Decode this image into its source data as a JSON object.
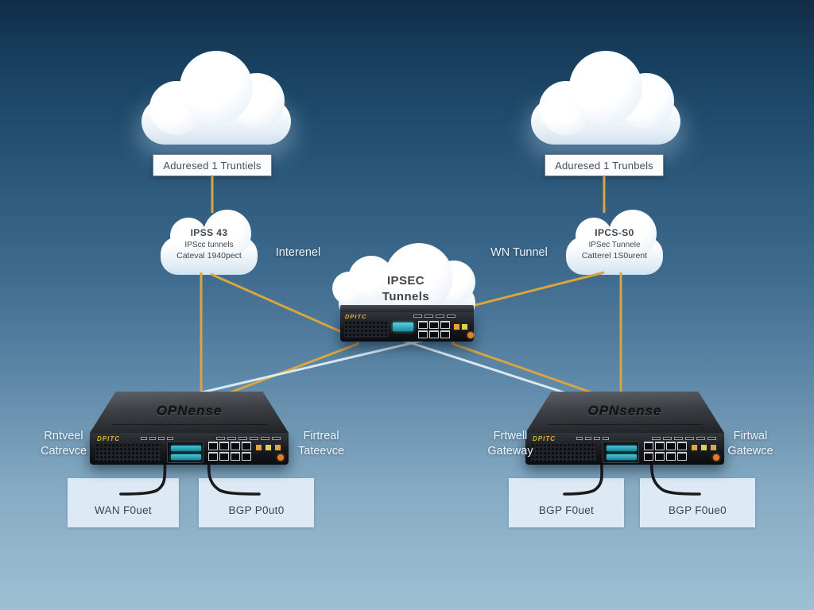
{
  "top_labels": {
    "left": "Aduresed 1 Truntiels",
    "right": "Aduresed 1 Trunbels"
  },
  "left_cloud": {
    "line1": "IPSS 43",
    "line2": "IPScc tunnels",
    "line3": "Cateval 1940pect"
  },
  "right_cloud": {
    "line1": "IPCS-S0",
    "line2": "IPSec Tunnele",
    "line3": "Catterel 1S0urent"
  },
  "center_cloud": {
    "line1": "IPSEC",
    "line2": "Tunnels"
  },
  "link_labels": {
    "internet": "Interenel",
    "wan": "WN Tunnel"
  },
  "devices": {
    "left_top": "OPNense",
    "right_top": "OPNsense",
    "brand": "DPITC"
  },
  "gateway_labels": {
    "left_outer_1": "Rntveel",
    "left_outer_2": "Catrevce",
    "left_inner_1": "Firtreal",
    "left_inner_2": "Tateevce",
    "right_inner_1": "Frtwell",
    "right_inner_2": "Gateway",
    "right_outer_1": "Firtwal",
    "right_outer_2": "Gatewce"
  },
  "port_boxes": [
    {
      "label": "WAN F0uet"
    },
    {
      "label": "BGP P0ut0"
    },
    {
      "label": "BGP F0uet"
    },
    {
      "label": "BGP F0ue0"
    }
  ],
  "colors": {
    "connector_yellow": "#d9a53e",
    "connector_light": "#e4f1fa",
    "cable_black": "#191b1d",
    "port_box_bg": "#dde9f4",
    "sky_top": "#122c47",
    "sky_bottom": "#9fc0d3",
    "brand_yellow": "#e3b23c",
    "sfp_teal": "#35b3c6"
  }
}
